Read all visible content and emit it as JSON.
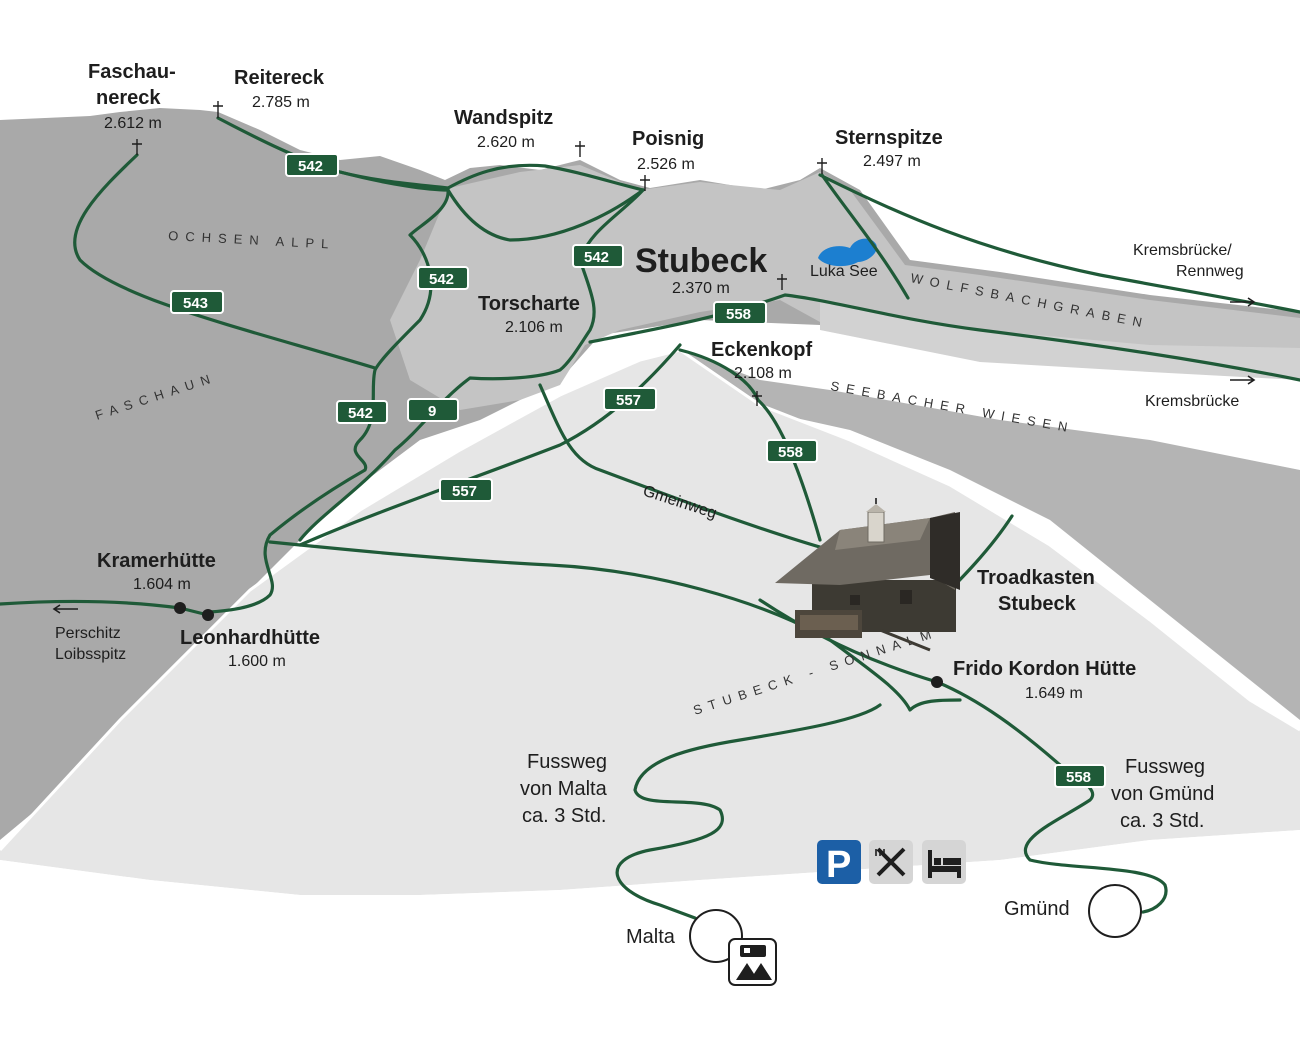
{
  "colors": {
    "trail": "#1f5a38",
    "badge": "#1f5a38",
    "mountain_dark": "#a9a9a9",
    "mountain_mid": "#c4c4c4",
    "meadow": "#e6e6e6",
    "lake": "#1c7fd0",
    "parking": "#1c5fa6",
    "icon_gray": "#d5d5d5"
  },
  "title": {
    "name": "Stubeck",
    "elevation": "2.370 m"
  },
  "peaks": [
    {
      "id": "faschaunereck",
      "name_line1": "Faschau-",
      "name_line2": "nereck",
      "elevation": "2.612 m"
    },
    {
      "id": "reitereck",
      "name": "Reitereck",
      "elevation": "2.785 m"
    },
    {
      "id": "wandspitz",
      "name": "Wandspitz",
      "elevation": "2.620 m"
    },
    {
      "id": "poisnig",
      "name": "Poisnig",
      "elevation": "2.526 m"
    },
    {
      "id": "sternspitze",
      "name": "Sternspitze",
      "elevation": "2.497 m"
    },
    {
      "id": "torscharte",
      "name": "Torscharte",
      "elevation": "2.106 m"
    },
    {
      "id": "eckenkopf",
      "name": "Eckenkopf",
      "elevation": "2.108 m"
    }
  ],
  "huts": {
    "kramerhuette": {
      "name": "Kramerhütte",
      "elevation": "1.604 m"
    },
    "leonhardhuette": {
      "name": "Leonhardhütte",
      "elevation": "1.600 m"
    },
    "frido": {
      "name": "Frido Kordon Hütte",
      "elevation": "1.649 m"
    },
    "troadkasten": {
      "line1": "Troadkasten",
      "line2": "Stubeck"
    }
  },
  "areas": {
    "ochsen_alpl": "OCHSEN ALPL",
    "faschaun": "FASCHAUN",
    "wolfsbachgraben": "WOLFSBACHGRABEN",
    "seebacher_wiesen": "SEEBACHER WIESEN",
    "sonnalm": "STUBECK - SONNALM",
    "luka_see": "Luka See",
    "gmeinweg": "Gmeinweg"
  },
  "destinations": {
    "kremsbruecke_rennweg": {
      "line1": "Kremsbrücke/",
      "line2": "Rennweg"
    },
    "kremsbruecke": "Kremsbrücke",
    "perschitz": {
      "line1": "Perschitz",
      "line2": "Loibsspitz"
    }
  },
  "footpaths": {
    "malta": {
      "line1": "Fussweg",
      "line2": "von Malta",
      "line3": "ca. 3 Std."
    },
    "gmuend": {
      "line1": "Fussweg",
      "line2": "von Gmünd",
      "line3": "ca. 3 Std."
    }
  },
  "towns": {
    "malta": "Malta",
    "gmuend": "Gmünd"
  },
  "trail_badges": {
    "b542a": "542",
    "b542b": "542",
    "b542c": "542",
    "b542d": "542",
    "b543": "543",
    "b9": "9",
    "b557a": "557",
    "b557b": "557",
    "b558a": "558",
    "b558b": "558",
    "b558c": "558"
  },
  "amenities": [
    {
      "name": "parking-icon",
      "glyph": "P"
    },
    {
      "name": "restaurant-icon"
    },
    {
      "name": "bed-icon"
    }
  ],
  "camping_icon": "camping-icon"
}
